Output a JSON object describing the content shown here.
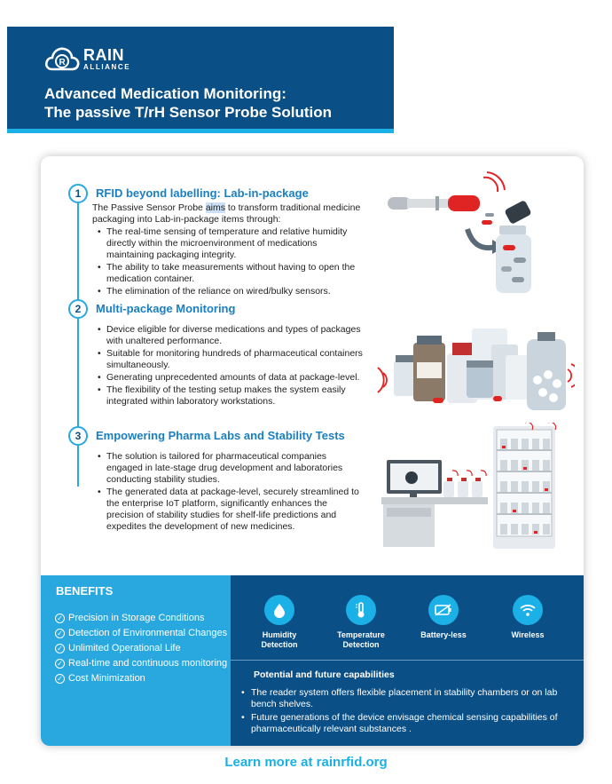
{
  "header": {
    "logo_brand": "RAIN",
    "logo_sub": "ALLIANCE",
    "title_line1": "Advanced Medication Monitoring:",
    "title_line2": "The passive T/rH Sensor Probe Solution"
  },
  "sections": [
    {
      "number": "1",
      "title": "RFID beyond labelling: Lab-in-package",
      "intro_pre": "The Passive Sensor Probe ",
      "intro_highlight": "aims",
      "intro_post": " to transform traditional medicine packaging into Lab-in-package items through:",
      "bullets": [
        "The real-time sensing of temperature and relative humidity directly within the microenvironment of medications maintaining packaging integrity.",
        "The ability to take measurements without having to open the medication container.",
        "The elimination of the reliance on wired/bulky sensors."
      ]
    },
    {
      "number": "2",
      "title": "Multi-package Monitoring",
      "bullets": [
        "Device eligible for diverse medications and types of packages with unaltered performance.",
        "Suitable for monitoring hundreds of pharmaceutical containers simultaneously.",
        "Generating unprecedented amounts of data at package-level.",
        "The flexibility of the testing setup makes the system easily integrated within laboratory workstations."
      ]
    },
    {
      "number": "3",
      "title": "Empowering Pharma Labs and Stability Tests",
      "bullets": [
        "The solution is tailored for pharmaceutical companies engaged in late-stage drug development and laboratories conducting stability studies.",
        "The generated data at package-level, securely streamlined to the enterprise IoT platform, significantly enhances the precision of stability studies for shelf-life predictions and expedites the development of new medicines."
      ]
    }
  ],
  "benefits": {
    "title": "BENEFITS",
    "items": [
      "Precision in Storage Conditions",
      "Detection of Environmental Changes",
      "Unlimited Operational Life",
      "Real-time  and continuous monitoring",
      "Cost Minimization"
    ]
  },
  "features": [
    {
      "label": "Humidity Detection",
      "icon": "droplet-icon"
    },
    {
      "label": "Temperature Detection",
      "icon": "thermometer-icon"
    },
    {
      "label": "Battery-less",
      "icon": "battery-icon"
    },
    {
      "label": "Wireless",
      "icon": "wifi-icon"
    }
  ],
  "future": {
    "title": "Potential and future capabilities",
    "items": [
      "The reader system offers flexible placement in stability chambers or on lab bench shelves.",
      "Future generations of the device envisage chemical sensing capabilities of pharmaceutically relevant substances ."
    ]
  },
  "footer": {
    "text": "Learn more at rainrfid.org"
  },
  "colors": {
    "navy": "#0a4f86",
    "cyan": "#1bb0e6",
    "light_blue": "#29a8e0",
    "red": "#e02424"
  }
}
